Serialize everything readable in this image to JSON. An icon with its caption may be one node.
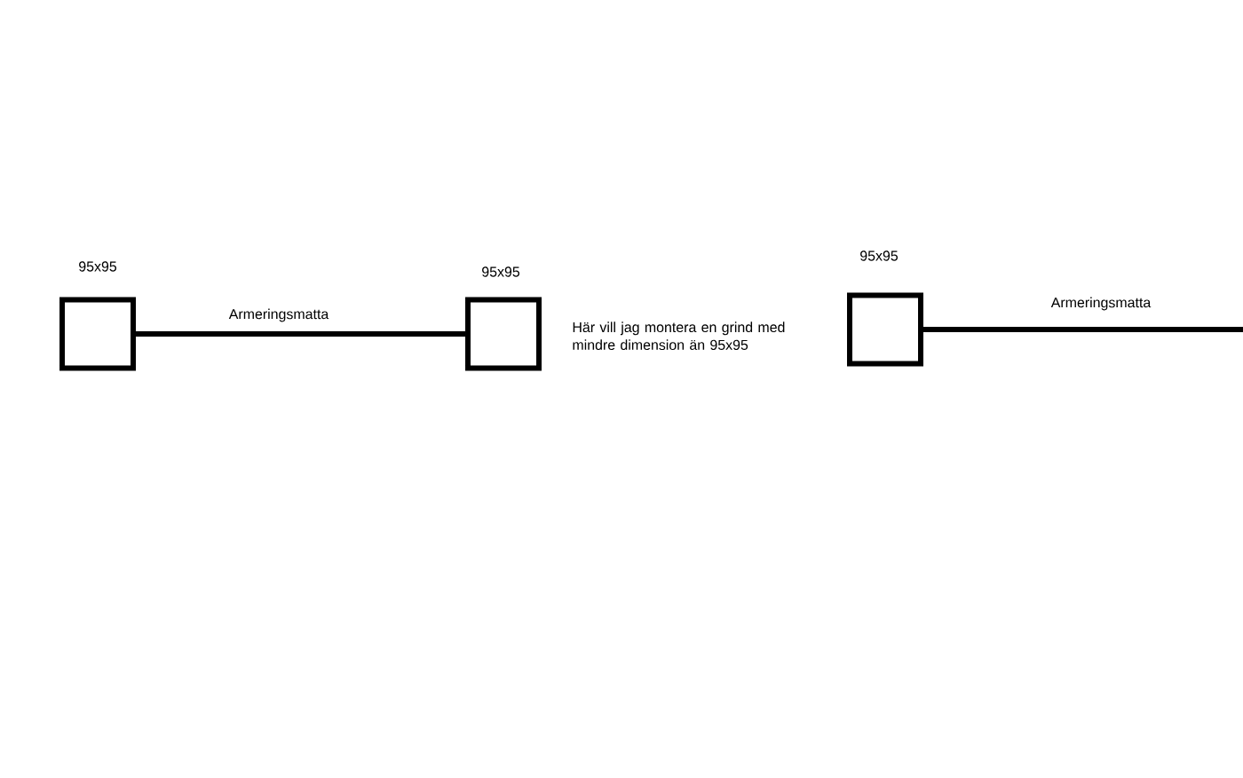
{
  "diagram": {
    "nodes": [
      {
        "text": [
          "95x95"
        ]
      },
      {
        "text": [
          "95x95"
        ]
      },
      {
        "text": [
          "95x95"
        ]
      }
    ],
    "edges": [
      {
        "from": 0,
        "to": 1,
        "arrow": "none",
        "label": "Armeringsmatta"
      },
      {
        "from": 2,
        "to": null,
        "arrow": "none",
        "label": "Armeringsmatta"
      }
    ],
    "labels": [
      "Här vill jag montera en grind med mindre dimension än 95x95"
    ]
  }
}
